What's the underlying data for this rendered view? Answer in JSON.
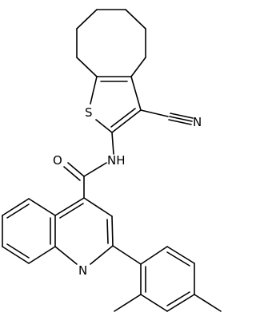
{
  "diagram": {
    "type": "chemical-structure",
    "line_color": "#000000",
    "background_color": "#ffffff",
    "atom_labels": {
      "sulfur": "S",
      "nitrogen_nitrile": "N",
      "nitrogen_amide": "NH",
      "oxygen": "O",
      "nitrogen_quinoline": "N"
    }
  }
}
